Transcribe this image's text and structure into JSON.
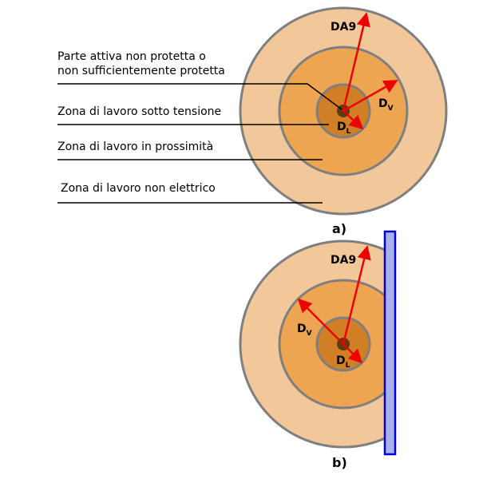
{
  "labels": {
    "line1": "Parte attiva non protetta o",
    "line2": "non sufficientemente protetta",
    "live_zone": "Zona di lavoro sotto tensione",
    "near_zone": "Zona di lavoro in prossimità",
    "non_elec_zone": "Zona di lavoro non elettrico"
  },
  "diagram_a": {
    "caption": "a)",
    "da9": "DA9",
    "dv": "D",
    "dv_sub": "V",
    "dl": "D",
    "dl_sub": "L"
  },
  "diagram_b": {
    "caption": "b)",
    "da9": "DA9",
    "dv": "D",
    "dv_sub": "V",
    "dl": "D",
    "dl_sub": "L"
  },
  "colors": {
    "outer_zone": "#f2c89a",
    "middle_zone": "#eea551",
    "inner_zone": "#d17f24",
    "live_part": "#5a3d12",
    "ring_stroke": "#7f7f7f",
    "arrow": "#ee0000",
    "barrier_fill": "#aab0ee",
    "barrier_stroke": "#0000dd"
  }
}
